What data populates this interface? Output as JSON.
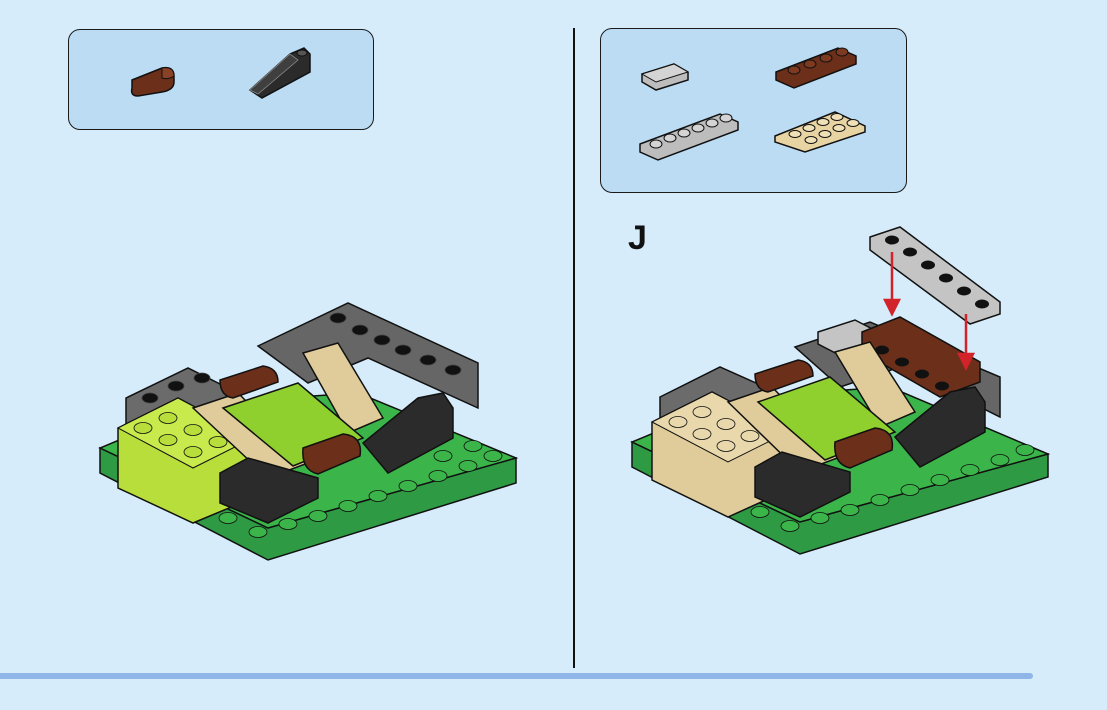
{
  "page": {
    "step_number": "J",
    "background_color": "#d6ecfa",
    "callout_color": "#bcdcf4",
    "accent_bar_color": "#8fb6e6",
    "arrow_color": "#d2232a"
  },
  "left_step": {
    "parts": [
      {
        "name": "reddish-brown-round-brick-1x2",
        "color": "#6b2f1a",
        "quantity": 1
      },
      {
        "name": "black-slope-1x3",
        "color": "#2b2b2b",
        "quantity": 1
      }
    ]
  },
  "right_step": {
    "parts": [
      {
        "name": "light-gray-tile-1x2",
        "color": "#c4c4c4",
        "quantity": 1
      },
      {
        "name": "reddish-brown-plate-1x4",
        "color": "#6b2f1a",
        "quantity": 1
      },
      {
        "name": "light-gray-plate-1x6",
        "color": "#c4c4c4",
        "quantity": 1
      },
      {
        "name": "tan-plate-2x4",
        "color": "#e8d3a2",
        "quantity": 1
      }
    ]
  }
}
